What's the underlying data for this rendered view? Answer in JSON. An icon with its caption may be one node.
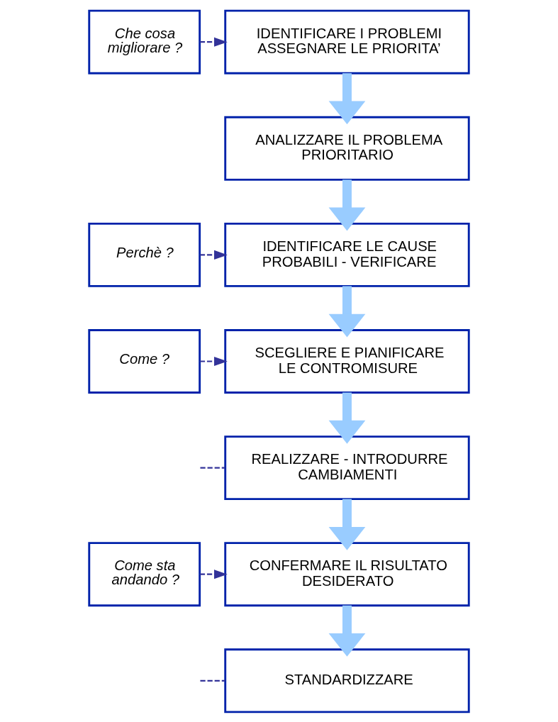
{
  "diagram": {
    "nodes": [
      {
        "text": [
          "Che cosa migliorare ?"
        ]
      },
      {
        "text": [
          "IDENTIFICARE I PROBLEMI ASSEGNARE LE PRIORITA’"
        ]
      },
      {
        "text": [
          "ANALIZZARE IL PROBLEMA PRIORITARIO"
        ]
      },
      {
        "text": [
          "Perchè ?"
        ]
      },
      {
        "text": [
          "IDENTIFICARE LE CAUSE PROBABILI - VERIFICARE"
        ]
      },
      {
        "text": [
          "Come ?"
        ]
      },
      {
        "text": [
          "SCEGLIERE E PIANIFICARE LE CONTROMISURE"
        ]
      },
      {
        "text": [
          "REALIZZARE - INTRODURRE CAMBIAMENTI"
        ]
      },
      {
        "text": [
          "Come sta andando ?"
        ]
      },
      {
        "text": [
          "CONFERMARE IL RISULTATO DESIDERATO"
        ]
      },
      {
        "text": [
          "STANDARDIZZARE"
        ]
      }
    ],
    "edges": [
      {
        "from": 0,
        "to": 1,
        "arrow": "to",
        "style": "dashed"
      },
      {
        "from": 1,
        "to": 2,
        "arrow": "to",
        "style": "thick",
        "color": "#99ccff"
      },
      {
        "from": 2,
        "to": 4,
        "arrow": "to",
        "style": "thick",
        "color": "#99ccff"
      },
      {
        "from": 3,
        "to": 4,
        "arrow": "to",
        "style": "dashed"
      },
      {
        "from": 4,
        "to": 6,
        "arrow": "to",
        "style": "thick",
        "color": "#99ccff"
      },
      {
        "from": 5,
        "to": 6,
        "arrow": "to",
        "style": "dashed"
      },
      {
        "from": 6,
        "to": 7,
        "arrow": "to",
        "style": "thick",
        "color": "#99ccff"
      },
      {
        "from": null,
        "to": 7,
        "arrow": "none",
        "style": "dashed"
      },
      {
        "from": 7,
        "to": 9,
        "arrow": "to",
        "style": "thick",
        "color": "#99ccff"
      },
      {
        "from": 8,
        "to": 9,
        "arrow": "to",
        "style": "dashed"
      },
      {
        "from": 9,
        "to": 10,
        "arrow": "to",
        "style": "thick",
        "color": "#99ccff"
      },
      {
        "from": null,
        "to": 10,
        "arrow": "none",
        "style": "dashed"
      }
    ]
  }
}
